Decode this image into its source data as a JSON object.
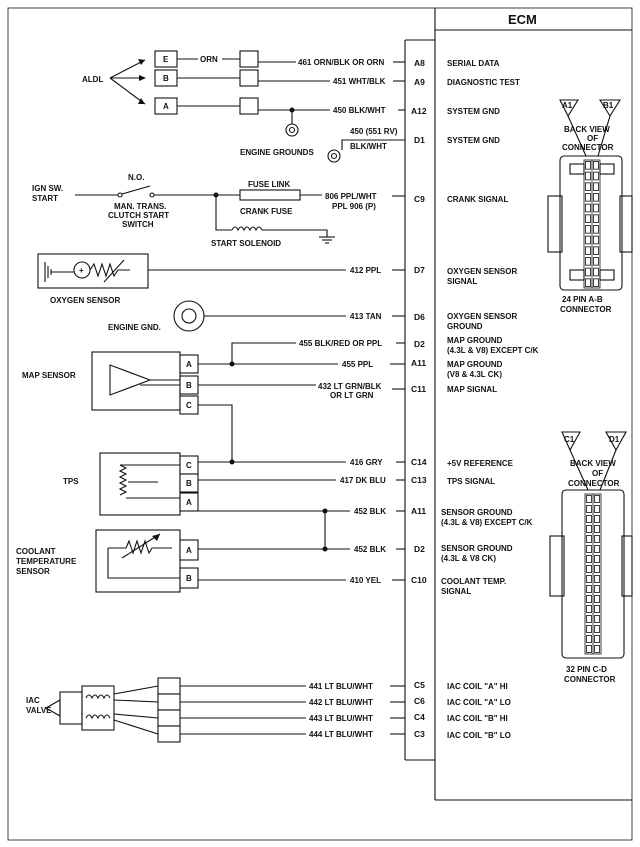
{
  "ecm": {
    "title": "ECM",
    "functions": [
      {
        "pin": "A8",
        "text": "SERIAL DATA"
      },
      {
        "pin": "A9",
        "text": "DIAGNOSTIC TEST"
      },
      {
        "pin": "A12",
        "text": "SYSTEM GND"
      },
      {
        "pin": "D1",
        "text": "SYSTEM GND"
      },
      {
        "pin": "C9",
        "text": "CRANK SIGNAL"
      },
      {
        "pin": "D7",
        "text": "OXYGEN SENSOR",
        "text2": "SIGNAL"
      },
      {
        "pin": "D6",
        "text": "OXYGEN SENSOR",
        "text2": "GROUND"
      },
      {
        "pin": "D2",
        "text": "MAP GROUND",
        "text2": "(4.3L & V8) EXCEPT C/K"
      },
      {
        "pin": "A11",
        "text": "MAP GROUND",
        "text2": "(V8 & 4.3L CK)"
      },
      {
        "pin": "C11",
        "text": "MAP SIGNAL"
      },
      {
        "pin": "C14",
        "text": "+5V REFERENCE"
      },
      {
        "pin": "C13",
        "text": "TPS SIGNAL"
      },
      {
        "pin": "A11",
        "text": "SENSOR GROUND",
        "text2": "(4.3L & V8) EXCEPT C/K"
      },
      {
        "pin": "D2",
        "text": "SENSOR GROUND",
        "text2": "(4.3L & V8 CK)"
      },
      {
        "pin": "C10",
        "text": "COOLANT TEMP.",
        "text2": "SIGNAL"
      },
      {
        "pin": "C5",
        "text": "IAC COIL \"A\" HI"
      },
      {
        "pin": "C6",
        "text": "IAC COIL \"A\" LO"
      },
      {
        "pin": "C4",
        "text": "IAC COIL \"B\" HI"
      },
      {
        "pin": "C3",
        "text": "IAC COIL \"B\" LO"
      }
    ]
  },
  "wires": [
    "461 ORN/BLK OR ORN",
    "451 WHT/BLK",
    "450 BLK/WHT",
    "450 (551 RV)",
    "BLK/WHT",
    "806 PPL/WHT",
    "PPL 906 (P)",
    "412 PPL",
    "413 TAN",
    "455 BLK/RED OR PPL",
    "455 PPL",
    "432 LT GRN/BLK",
    "OR LT GRN",
    "416 GRY",
    "417 DK BLU",
    "452 BLK",
    "452 BLK",
    "410 YEL",
    "441 LT BLU/WHT",
    "442 LT BLU/WHT",
    "443 LT BLU/WHT",
    "444 LT BLU/WHT"
  ],
  "aldl": {
    "label": "ALDL",
    "pins": [
      "E",
      "B",
      "A"
    ],
    "orn_label": "ORN"
  },
  "labels": {
    "engine_grounds": "ENGINE GROUNDS",
    "ign_sw_1": "IGN SW.",
    "ign_sw_2": "START",
    "no": "N.O.",
    "man_trans_1": "MAN. TRANS.",
    "man_trans_2": "CLUTCH START",
    "man_trans_3": "SWITCH",
    "fuse_link": "FUSE LINK",
    "crank_fuse": "CRANK FUSE",
    "start_solenoid": "START SOLENOID",
    "oxygen_sensor": "OXYGEN SENSOR",
    "engine_gnd": "ENGINE GND.",
    "map_sensor": "MAP SENSOR",
    "tps": "TPS",
    "coolant_1": "COOLANT",
    "coolant_2": "TEMPERATURE",
    "coolant_3": "SENSOR",
    "iac_1": "IAC",
    "iac_2": "VALVE"
  },
  "map_pins": [
    "A",
    "B",
    "C"
  ],
  "tps_pins": [
    "C",
    "B",
    "A"
  ],
  "cts_pins": [
    "A",
    "B"
  ],
  "connector_ab": {
    "marker_left": "A1",
    "marker_right": "B1",
    "back_view": [
      "BACK VIEW",
      "OF",
      "CONNECTOR"
    ],
    "caption": [
      "24 PIN  A-B",
      "CONNECTOR"
    ]
  },
  "connector_cd": {
    "marker_left": "C1",
    "marker_right": "D1",
    "back_view": [
      "BACK VIEW",
      "OF",
      "CONNECTOR"
    ],
    "caption": [
      "32 PIN C-D",
      "CONNECTOR"
    ]
  }
}
